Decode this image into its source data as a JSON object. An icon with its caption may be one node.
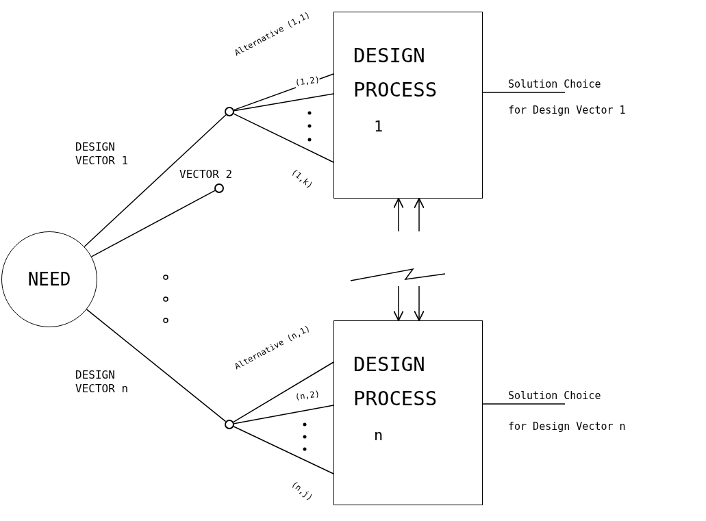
{
  "diagram": {
    "nodes": [
      {
        "text": [
          "NEED"
        ]
      },
      {
        "text": [],
        "shape": "circle"
      },
      {
        "text": [],
        "shape": "circle"
      },
      {
        "text": [],
        "shape": "circle"
      },
      {
        "text": [
          "DESIGN PROCESS",
          "1"
        ],
        "beside": [
          "Solution Choice",
          "for Design Vector 1"
        ]
      },
      {
        "text": [
          "DESIGN PROCESS",
          "n"
        ],
        "beside": [
          "Solution Choice",
          "for Design Vector n"
        ]
      }
    ],
    "edges": [
      {
        "from": 0,
        "to": 1,
        "arrow": "none",
        "label": "DESIGN VECTOR 1"
      },
      {
        "from": 0,
        "to": 2,
        "arrow": "none",
        "label": "VECTOR 2"
      },
      {
        "from": 0,
        "to": 3,
        "arrow": "none",
        "label": "DESIGN VECTOR n"
      },
      {
        "from": 1,
        "to": 4,
        "arrow": "none",
        "label": "Alternative (1,1)"
      },
      {
        "from": 1,
        "to": 4,
        "arrow": "none",
        "label": "(1,2)"
      },
      {
        "from": 1,
        "to": 4,
        "arrow": "none",
        "label": "(1,k)"
      },
      {
        "from": 3,
        "to": 5,
        "arrow": "none",
        "label": "Alternative (n,1)"
      },
      {
        "from": 3,
        "to": 5,
        "arrow": "none",
        "label": "(n,2)"
      },
      {
        "from": 3,
        "to": 5,
        "arrow": "none",
        "label": "(n,j)"
      },
      {
        "from": 4,
        "to": null,
        "arrow": "none"
      },
      {
        "from": 5,
        "to": null,
        "arrow": "none"
      },
      {
        "from": null,
        "to": 4,
        "arrow": "to"
      },
      {
        "from": null,
        "to": 4,
        "arrow": "to"
      },
      {
        "from": null,
        "to": 5,
        "arrow": "to"
      },
      {
        "from": null,
        "to": 5,
        "arrow": "to"
      }
    ]
  }
}
